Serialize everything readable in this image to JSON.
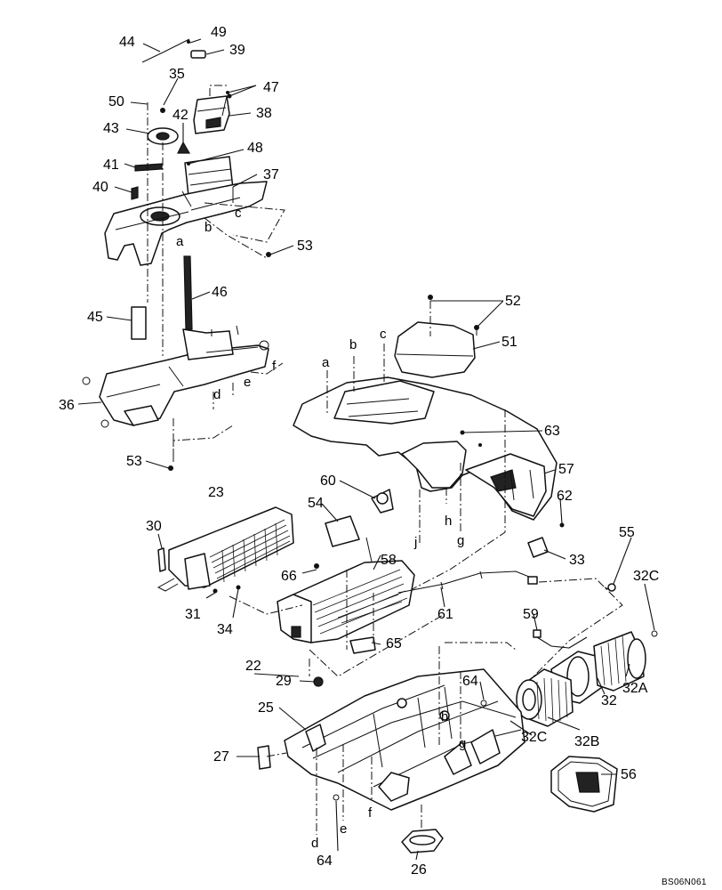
{
  "callouts": {
    "c22": "22",
    "c23": "23",
    "c25": "25",
    "c26": "26",
    "c27": "27",
    "c29": "29",
    "c30": "30",
    "c31": "31",
    "c32": "32",
    "c32a": "32A",
    "c32b": "32B",
    "c32c_top": "32C",
    "c32c_mid": "32C",
    "c33": "33",
    "c34": "34",
    "c35": "35",
    "c36": "36",
    "c37": "37",
    "c38": "38",
    "c39": "39",
    "c40": "40",
    "c41": "41",
    "c42": "42",
    "c43": "43",
    "c44": "44",
    "c45": "45",
    "c46": "46",
    "c47": "47",
    "c48": "48",
    "c49": "49",
    "c50": "50",
    "c51": "51",
    "c52": "52",
    "c53_top": "53",
    "c53_bottom": "53",
    "c54": "54",
    "c55": "55",
    "c56": "56",
    "c57": "57",
    "c58": "58",
    "c59": "59",
    "c60": "60",
    "c61": "61",
    "c62": "62",
    "c63": "63",
    "c64_right": "64",
    "c64_bottom": "64",
    "c65": "65",
    "c66": "66"
  },
  "connection_letters": {
    "a_upper": "a",
    "b_upper": "b",
    "c_upper": "c",
    "d_upper": "d",
    "e_upper": "e",
    "f_upper": "f",
    "a_cover": "a",
    "b_cover": "b",
    "c_cover": "c",
    "h_cover": "h",
    "g_cover": "g",
    "j_cover": "j",
    "h_base": "h",
    "g_base": "g",
    "d_base": "d",
    "e_base": "e",
    "f_base": "f"
  },
  "drawing_ref": "BS06N061"
}
